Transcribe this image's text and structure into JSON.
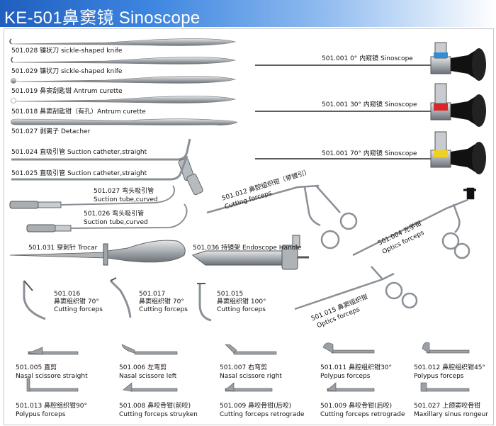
{
  "header": {
    "title": "KE-501鼻窦镜 Sinoscope"
  },
  "labels": {
    "l01": "501.028  镰状刀  sickle-shaped knife",
    "l02": "501.029  镰状刀  sickle-shaped knife",
    "l03": "501.019  鼻窦刮匙钳 Antrum curette",
    "l04": "501.018  鼻窦刮匙钳（有孔）Antrum curette",
    "l05": "501.027  剥离子  Detacher",
    "l06": "501.024  直吸引管 Suction catheter,straight",
    "l07": "501.025  直吸引管 Suction catheter,straight",
    "l08a": "501.027  弯头吸引管",
    "l08b": "Suction tube,curved",
    "l09a": "501.026  弯头吸引管",
    "l09b": "Suction tube,curved",
    "l10": "501.031  穿刺针 Trocar",
    "l11": "501.036  持镜架  Endoscope Handle",
    "l12": "501.001  0°  内窥镜  Sinoscope",
    "l13": "501.001  30°  内窥镜  Sinoscope",
    "l14": "501.001  70°  内窥镜  Sinoscope",
    "l15a": "501.012  鼻腔组织钳（带镀引）",
    "l15b": "Cutting forceps",
    "l16a": "501.004  光学钳",
    "l16b": "Optics forceps",
    "l17a": "501.015  鼻窦组织钳",
    "l17b": "Optics forceps",
    "l18a": "501.016",
    "l18b": "鼻窦组织钳 70°",
    "l18c": "Cutting forceps",
    "l19a": "501.017",
    "l19b": "鼻窦组织钳 70°",
    "l19c": "Cutting forceps",
    "l20a": "501.015",
    "l20b": "鼻窦组织钳 100°",
    "l20c": "Cutting forceps",
    "l21a": "501.005  直剪",
    "l21b": "Nasal scissore straight",
    "l22a": "501.006  左弯剪",
    "l22b": "Nasal scissore left",
    "l23a": "501.007  右弯剪",
    "l23b": "Nasal scissore right",
    "l24a": "501.011  鼻腔组织钳30°",
    "l24b": "Polypus forceps",
    "l25a": "501.012  鼻腔组织钳45°",
    "l25b": "Polypus forceps",
    "l26a": "501.013  鼻腔组织钳90°",
    "l26b": "Polypus forceps",
    "l27a": "501.008  鼻咬骨钳(前咬)",
    "l27b": "Cutting  forceps  struyken",
    "l28a": "501.009  鼻咬骨钳(后咬)",
    "l28b": "Cutting  forceps  retrograde",
    "l29a": "501.009  鼻咬骨钳(后咬)",
    "l29b": "Cutting  forceps  retrograde",
    "l30a": "501.027  上颌窦咬骨钳",
    "l30b": "Maxillary sinus rongeur"
  },
  "colors": {
    "header_start": "#1f5fbf",
    "steel": "#9aa0a6",
    "steel_dark": "#555a60",
    "ring_0deg": "#2e8fd8",
    "ring_30deg": "#d8262a",
    "ring_70deg": "#f0d020"
  }
}
